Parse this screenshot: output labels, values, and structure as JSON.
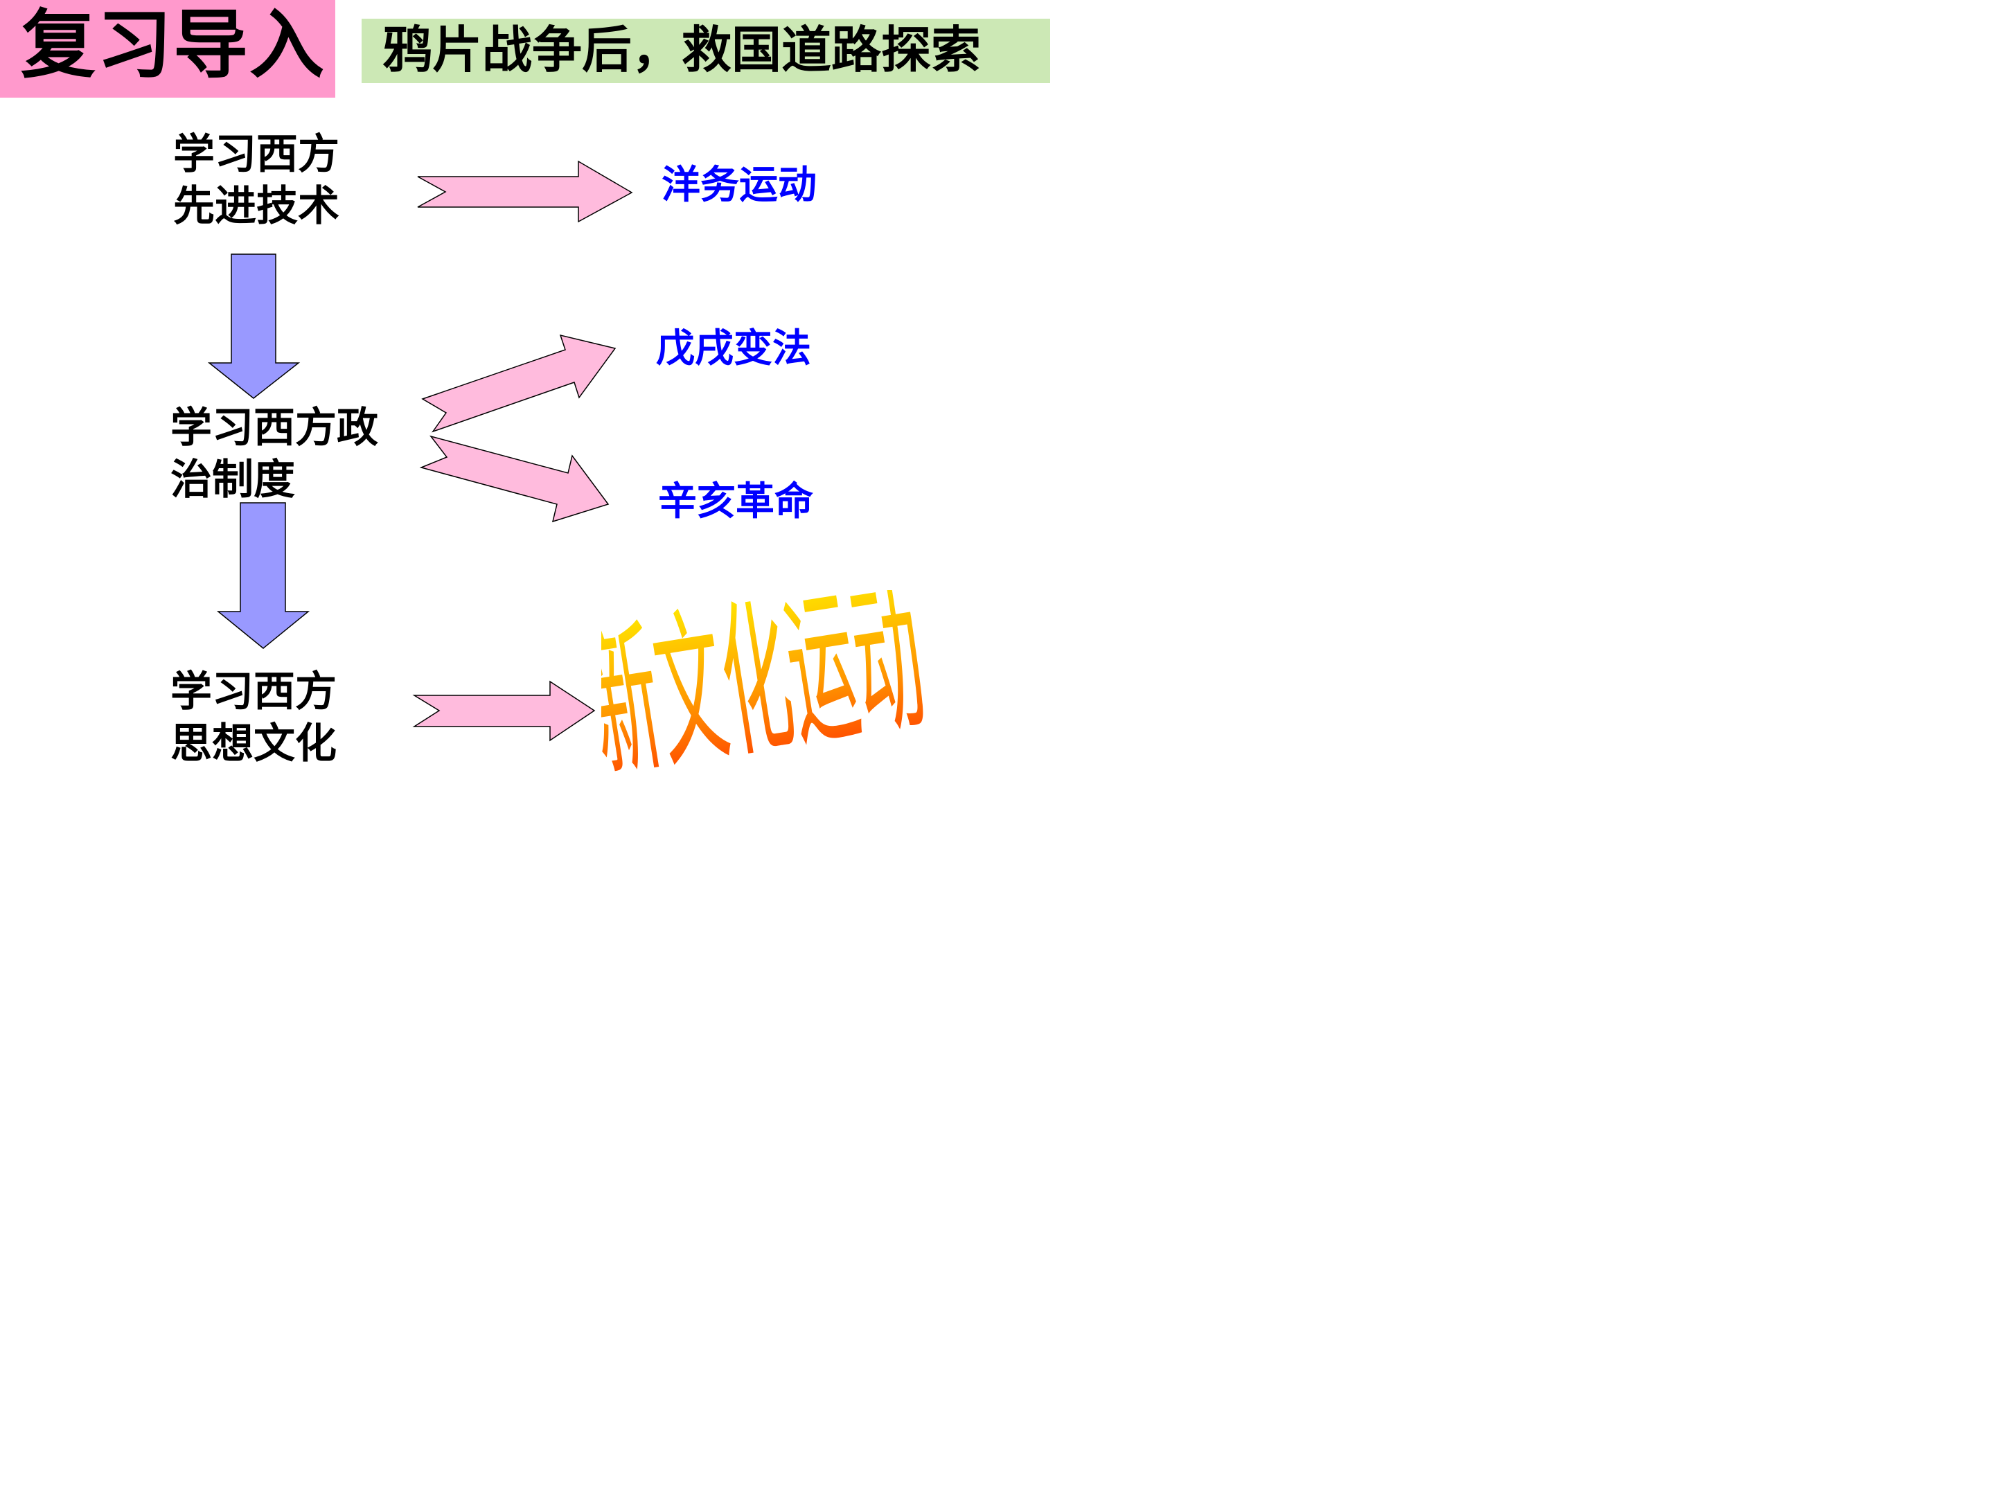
{
  "header": {
    "title": "复习导入",
    "subtitle": "鸦片战争后，救国道路探索"
  },
  "stages": [
    {
      "line1": "学习西方",
      "line2": "先进技术"
    },
    {
      "line1": "学习西方政",
      "line2": "治制度"
    },
    {
      "line1": "学习西方",
      "line2": "思想文化"
    }
  ],
  "results": [
    {
      "label": "洋务运动"
    },
    {
      "label": "戊戌变法"
    },
    {
      "label": "辛亥革命"
    },
    {
      "label": "新文化运动"
    }
  ],
  "colors": {
    "title_bg": "#ff99cc",
    "subtitle_bg": "#cce8b5",
    "right_arrow_fill": "#ffbbdd",
    "down_arrow_fill": "#9999ff",
    "result_text": "#0000ff",
    "wordart_top": "#ffee00",
    "wordart_bottom": "#ff3300"
  }
}
